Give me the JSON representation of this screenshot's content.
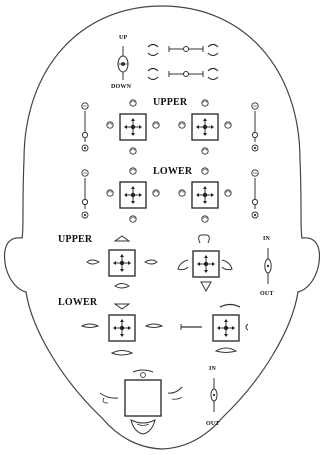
{
  "labels": {
    "up": "UP",
    "down": "DOWN",
    "upper_top": "UPPER",
    "lower_top": "LOWER",
    "upper_left": "UPPER",
    "lower_left": "LOWER",
    "in_right": "IN",
    "out_right": "OUT",
    "in_bottom": "IN",
    "out_bottom": "OUT"
  },
  "colors": {
    "stroke": "#333333",
    "text": "#111111"
  }
}
